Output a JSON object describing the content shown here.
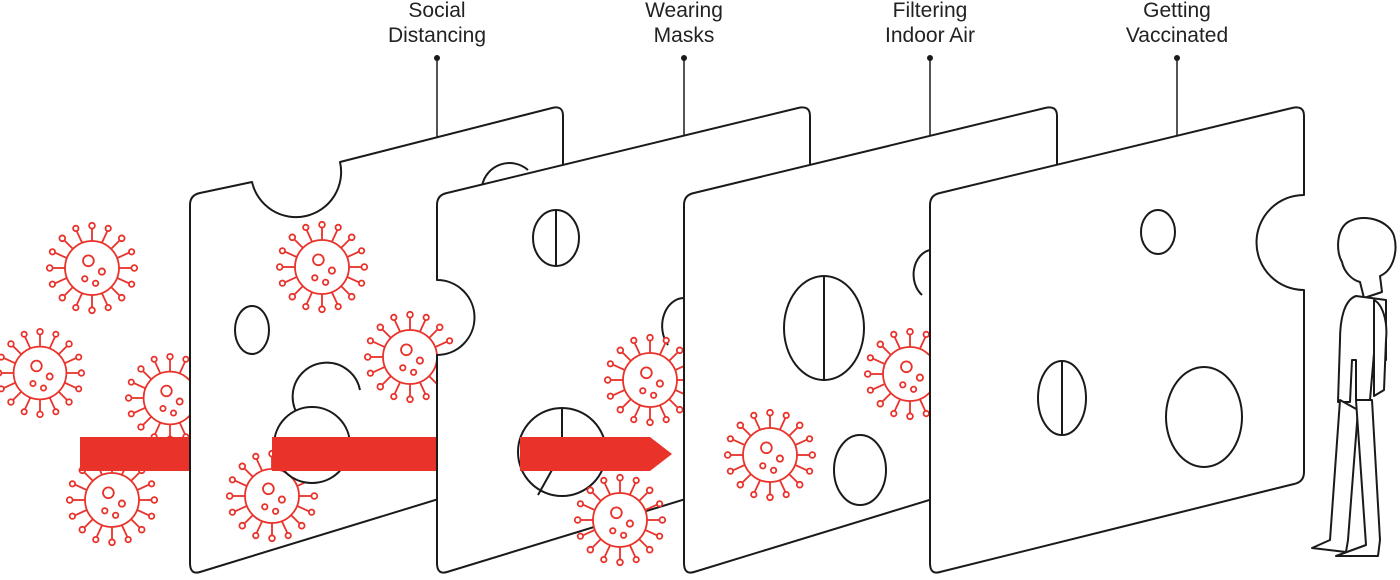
{
  "layers": [
    {
      "id": "social-distancing",
      "label_lines": [
        "Social",
        "Distancing"
      ]
    },
    {
      "id": "wearing-masks",
      "label_lines": [
        "Wearing",
        "Masks"
      ]
    },
    {
      "id": "filtering-indoor-air",
      "label_lines": [
        "Filtering",
        "Indoor Air"
      ]
    },
    {
      "id": "getting-vaccinated",
      "label_lines": [
        "Getting",
        "Vaccinated"
      ]
    }
  ],
  "colors": {
    "virus": "#e8322a",
    "arrow": "#e8322a",
    "outline": "#1a1a1a",
    "label": "#222222"
  },
  "icons": {
    "virus": "virus-icon",
    "person": "person-figure-icon",
    "arrow": "transmission-arrow-icon"
  }
}
